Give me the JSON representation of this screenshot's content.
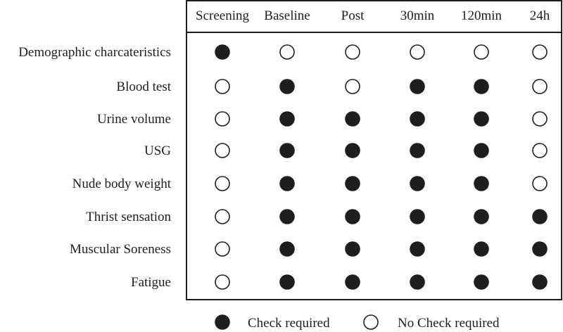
{
  "columns": [
    "Screening",
    "Baseline",
    "Post",
    "30min",
    "120min",
    "24h"
  ],
  "rows": [
    {
      "label": "Demographic charcateristics",
      "checks": [
        1,
        0,
        0,
        0,
        0,
        0
      ]
    },
    {
      "label": "Blood test",
      "checks": [
        0,
        1,
        0,
        1,
        1,
        0
      ]
    },
    {
      "label": "Urine volume",
      "checks": [
        0,
        1,
        1,
        1,
        1,
        0
      ]
    },
    {
      "label": "USG",
      "checks": [
        0,
        1,
        1,
        1,
        1,
        0
      ]
    },
    {
      "label": "Nude body weight",
      "checks": [
        0,
        1,
        1,
        1,
        1,
        0
      ]
    },
    {
      "label": "Thrist sensation",
      "checks": [
        0,
        1,
        1,
        1,
        1,
        1
      ]
    },
    {
      "label": "Muscular Soreness",
      "checks": [
        0,
        1,
        1,
        1,
        1,
        1
      ]
    },
    {
      "label": "Fatigue",
      "checks": [
        0,
        1,
        1,
        1,
        1,
        1
      ]
    }
  ],
  "legend": {
    "required_label": "Check required",
    "not_required_label": "No Check required"
  },
  "colors": {
    "ink": "#1e1e1e",
    "background": "#ffffff"
  }
}
